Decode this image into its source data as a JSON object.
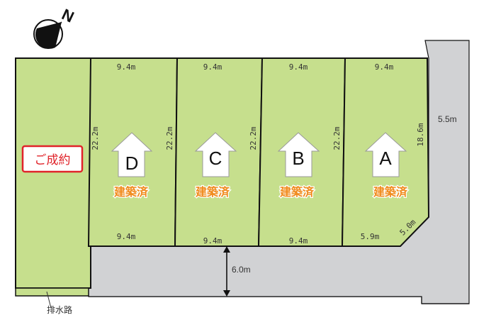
{
  "colors": {
    "lot_fill": "#c6df8d",
    "road_fill": "#d1d2d4",
    "outline": "#111111",
    "built_text": "#f08a1c",
    "sold_border": "#e0232a"
  },
  "compass": {
    "label": "N"
  },
  "sold_lot": {
    "label": "ご成約"
  },
  "drain": {
    "label": "排水路"
  },
  "roads": {
    "right_width": "5.5m",
    "front_width": "6.0m"
  },
  "lots": [
    {
      "id": "D",
      "letter": "D",
      "status": "建築済",
      "top_width": "9.4m",
      "bottom_width": "9.4m",
      "side_depth": "22.2m"
    },
    {
      "id": "C",
      "letter": "C",
      "status": "建築済",
      "top_width": "9.4m",
      "bottom_width": "9.4m",
      "side_depth": "22.2m"
    },
    {
      "id": "B",
      "letter": "B",
      "status": "建築済",
      "top_width": "9.4m",
      "bottom_width": "9.4m",
      "side_depth": "22.2m"
    },
    {
      "id": "A",
      "letter": "A",
      "status": "建築済",
      "top_width": "9.4m",
      "bottom_width": "5.9m",
      "side_depth": "18.6m",
      "corner_cut": "5.0m"
    }
  ]
}
